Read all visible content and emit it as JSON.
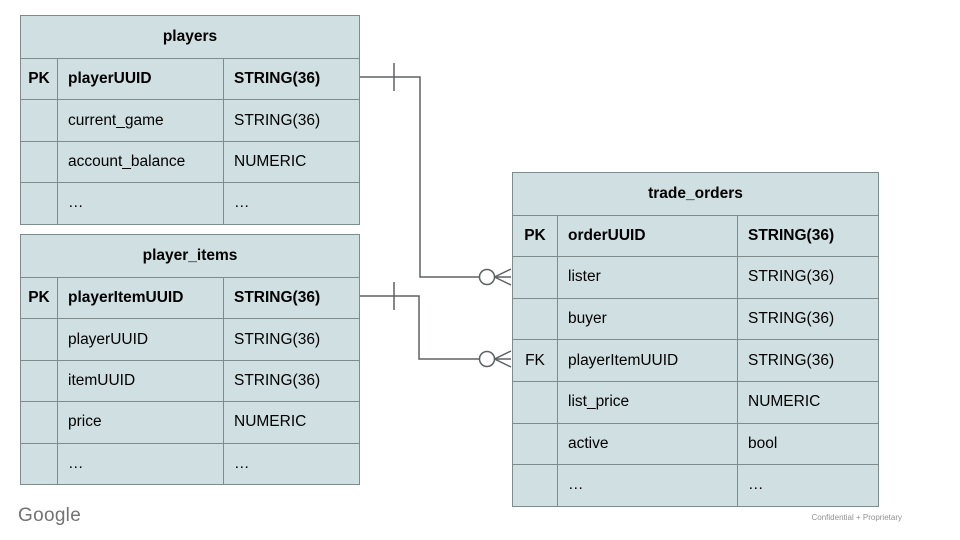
{
  "slide": {
    "footer_logo": "Google",
    "footer_note": "Confidential + Proprietary"
  },
  "colors": {
    "table_fill": "#d0dfe2",
    "table_border": "#7f8c8d",
    "connector": "#5e6163",
    "text": "#000000",
    "footer_gray": "#737373"
  },
  "tables": [
    {
      "id": "players",
      "title": "players",
      "rows": [
        {
          "key": "PK",
          "name": "playerUUID",
          "type": "STRING(36)",
          "bold": true
        },
        {
          "key": "",
          "name": "current_game",
          "type": "STRING(36)",
          "bold": false
        },
        {
          "key": "",
          "name": "account_balance",
          "type": "NUMERIC",
          "bold": false
        },
        {
          "key": "",
          "name": "…",
          "type": "…",
          "bold": false
        }
      ]
    },
    {
      "id": "player_items",
      "title": "player_items",
      "rows": [
        {
          "key": "PK",
          "name": "playerItemUUID",
          "type": "STRING(36)",
          "bold": true
        },
        {
          "key": "",
          "name": "playerUUID",
          "type": "STRING(36)",
          "bold": false
        },
        {
          "key": "",
          "name": "itemUUID",
          "type": "STRING(36)",
          "bold": false
        },
        {
          "key": "",
          "name": "price",
          "type": "NUMERIC",
          "bold": false
        },
        {
          "key": "",
          "name": "…",
          "type": "…",
          "bold": false
        }
      ]
    },
    {
      "id": "trade_orders",
      "title": "trade_orders",
      "rows": [
        {
          "key": "PK",
          "name": "orderUUID",
          "type": "STRING(36)",
          "bold": true
        },
        {
          "key": "",
          "name": "lister",
          "type": "STRING(36)",
          "bold": false
        },
        {
          "key": "",
          "name": "buyer",
          "type": "STRING(36)",
          "bold": false
        },
        {
          "key": "FK",
          "name": "playerItemUUID",
          "type": "STRING(36)",
          "bold": false
        },
        {
          "key": "",
          "name": "list_price",
          "type": "NUMERIC",
          "bold": false
        },
        {
          "key": "",
          "name": "active",
          "type": "bool",
          "bold": false
        },
        {
          "key": "",
          "name": "…",
          "type": "…",
          "bold": false
        }
      ]
    }
  ],
  "relationships": [
    {
      "from_table": "players",
      "from_field": "playerUUID",
      "to_table": "trade_orders",
      "to_field": "lister",
      "from_cardinality": "exactly-one",
      "to_cardinality": "zero-or-many"
    },
    {
      "from_table": "player_items",
      "from_field": "playerItemUUID",
      "to_table": "trade_orders",
      "to_field": "playerItemUUID",
      "from_cardinality": "exactly-one",
      "to_cardinality": "zero-or-many"
    }
  ]
}
